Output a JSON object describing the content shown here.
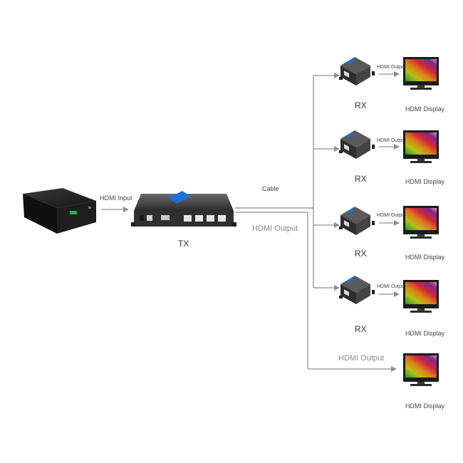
{
  "labels": {
    "hdmi_input": "HDMI Input",
    "tx": "TX",
    "cable": "Cable",
    "hdmi_output_main": "HDMI Output",
    "hdmi_output_bottom": "HDMI Output",
    "rx": "RX",
    "hdmi_output_small": "HDMI Output",
    "hdmi_display": "HDMI Display"
  },
  "colors": {
    "line": "#8f8f8f",
    "device_dark": "#2e2e2e",
    "device_mid": "#4a4a4a",
    "accent_blue": "#1e6fd6",
    "accent_green": "#2fa84f"
  },
  "icons": {
    "source": "media-player-box-icon",
    "transmitter": "hdmi-extender-transmitter-icon",
    "receiver": "hdmi-extender-receiver-icon",
    "display": "monitor-display-icon"
  },
  "receivers_count": 4,
  "displays_count": 5
}
